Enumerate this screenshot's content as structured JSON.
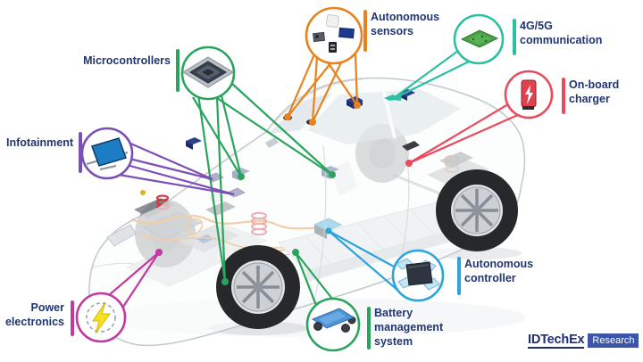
{
  "diagram": {
    "background_color": "#ffffff",
    "label_text_color": "#21366f",
    "callouts": [
      {
        "id": "microcontrollers",
        "label": "Microcontrollers",
        "color": "#2aa45c",
        "icon": "microchip-icon"
      },
      {
        "id": "autonomous-sensors",
        "label": "Autonomous\nsensors",
        "color": "#e8821e",
        "icon": "sensor-cluster-icon"
      },
      {
        "id": "4g-5g-communication",
        "label": "4G/5G\ncommunication",
        "color": "#2cbfa4",
        "icon": "pcb-board-icon"
      },
      {
        "id": "on-board-charger",
        "label": "On-board\ncharger",
        "color": "#e84c5c",
        "icon": "charger-icon"
      },
      {
        "id": "infotainment",
        "label": "Infotainment",
        "color": "#7c4fb5",
        "icon": "display-screen-icon"
      },
      {
        "id": "power-electronics",
        "label": "Power\nelectronics",
        "color": "#c2399f",
        "icon": "lightning-bolt-icon"
      },
      {
        "id": "battery-management-system",
        "label": "Battery\nmanagement\nsystem",
        "color": "#2aa45c",
        "icon": "skateboard-chassis-icon"
      },
      {
        "id": "autonomous-controller",
        "label": "Autonomous\ncontroller",
        "color": "#2ba3db",
        "icon": "controller-chip-icon"
      }
    ],
    "logo": {
      "brand": "IDTechEx",
      "suffix": "Research",
      "brand_color": "#1f2d73",
      "suffix_bg": "#3b55a8"
    }
  }
}
